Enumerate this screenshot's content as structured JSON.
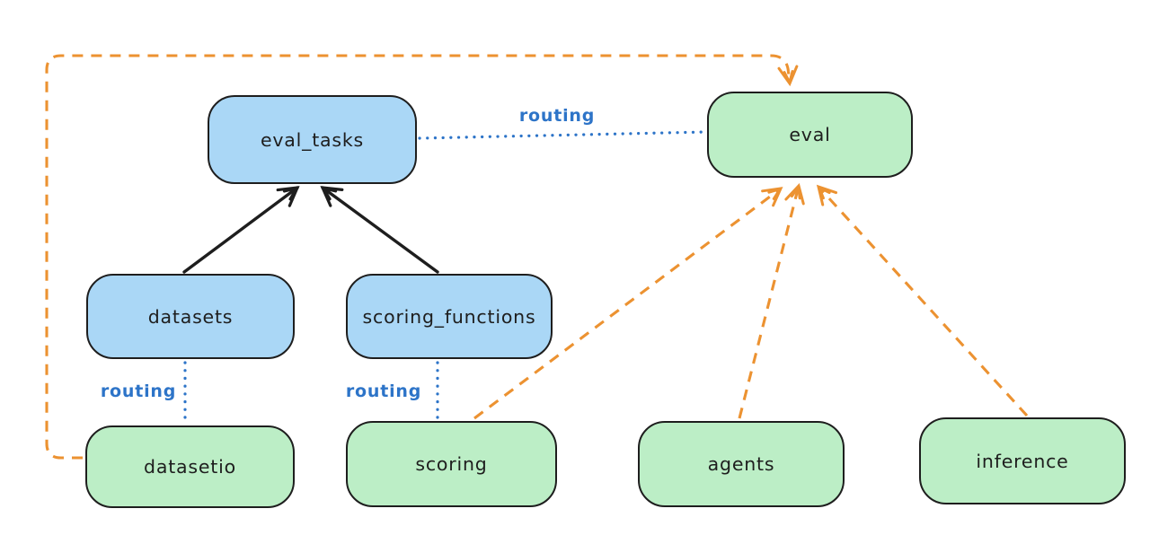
{
  "diagram": {
    "background": "#ffffff",
    "colors": {
      "node_stroke": "#1e1e1e",
      "blue_node_fill": "#aad7f6",
      "green_node_fill": "#bceec6",
      "orange_dashed": "#ec9231",
      "routing_blue": "#2d74c8",
      "black_arrow": "#1e1e1e"
    },
    "nodes": [
      {
        "id": "eval_tasks",
        "label": "eval_tasks",
        "color": "blue"
      },
      {
        "id": "eval",
        "label": "eval",
        "color": "green"
      },
      {
        "id": "datasets",
        "label": "datasets",
        "color": "blue"
      },
      {
        "id": "scoring_functions",
        "label": "scoring_functions",
        "color": "blue"
      },
      {
        "id": "datasetio",
        "label": "datasetio",
        "color": "green"
      },
      {
        "id": "scoring",
        "label": "scoring",
        "color": "green"
      },
      {
        "id": "agents",
        "label": "agents",
        "color": "green"
      },
      {
        "id": "inference",
        "label": "inference",
        "color": "green"
      }
    ],
    "edges": [
      {
        "from": "datasets",
        "to": "eval_tasks",
        "style": "solid-arrow",
        "color": "black"
      },
      {
        "from": "scoring_functions",
        "to": "eval_tasks",
        "style": "solid-arrow",
        "color": "black"
      },
      {
        "from": "eval_tasks",
        "to": "eval",
        "style": "dotted-line",
        "color": "blue",
        "label": "routing"
      },
      {
        "from": "datasets",
        "to": "datasetio",
        "style": "dotted-line",
        "color": "blue",
        "label": "routing"
      },
      {
        "from": "scoring_functions",
        "to": "scoring",
        "style": "dotted-line",
        "color": "blue",
        "label": "routing"
      },
      {
        "from": "datasetio",
        "to": "eval",
        "style": "dashed-arrow",
        "color": "orange"
      },
      {
        "from": "scoring",
        "to": "eval",
        "style": "dashed-arrow",
        "color": "orange"
      },
      {
        "from": "agents",
        "to": "eval",
        "style": "dashed-arrow",
        "color": "orange"
      },
      {
        "from": "inference",
        "to": "eval",
        "style": "dashed-arrow",
        "color": "orange"
      }
    ]
  }
}
